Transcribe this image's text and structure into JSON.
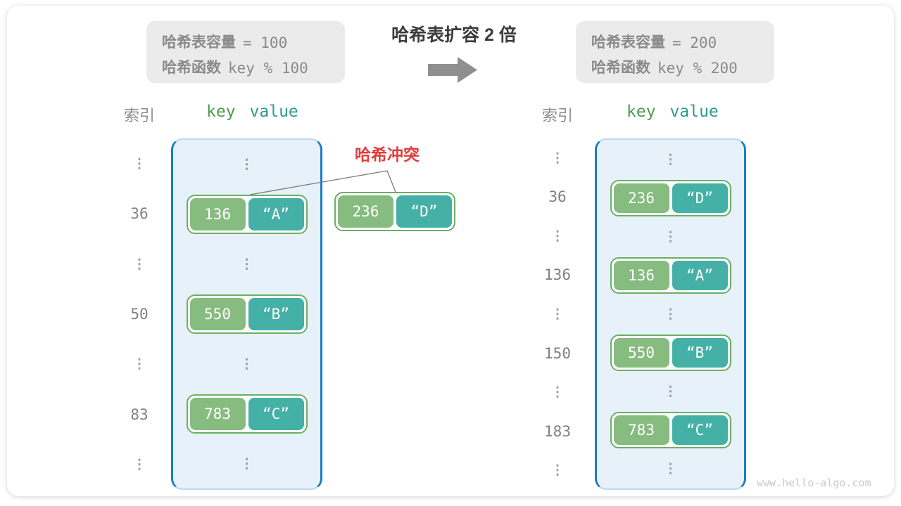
{
  "title": "哈希表扩容 2 倍",
  "info_before": {
    "capacity_label": "哈希表容量",
    "capacity_value": "= 100",
    "hash_label": "哈希函数",
    "hash_value": "key % 100"
  },
  "info_after": {
    "capacity_label": "哈希表容量",
    "capacity_value": "= 200",
    "hash_label": "哈希函数",
    "hash_value": "key % 200"
  },
  "headers": {
    "index": "索引",
    "key": "key",
    "value": "value"
  },
  "dots": "⋮",
  "collision": {
    "label": "哈希冲突",
    "pair": {
      "key": "236",
      "value": "“D”"
    }
  },
  "left_table": {
    "rows": [
      {
        "type": "dots"
      },
      {
        "type": "pair",
        "index": "36",
        "key": "136",
        "value": "“A”"
      },
      {
        "type": "dots"
      },
      {
        "type": "pair",
        "index": "50",
        "key": "550",
        "value": "“B”"
      },
      {
        "type": "dots"
      },
      {
        "type": "pair",
        "index": "83",
        "key": "783",
        "value": "“C”"
      },
      {
        "type": "dots"
      }
    ]
  },
  "right_table": {
    "rows": [
      {
        "type": "dots"
      },
      {
        "type": "pair",
        "index": "36",
        "key": "236",
        "value": "“D”"
      },
      {
        "type": "dots"
      },
      {
        "type": "pair",
        "index": "136",
        "key": "136",
        "value": "“A”"
      },
      {
        "type": "dots"
      },
      {
        "type": "pair",
        "index": "150",
        "key": "550",
        "value": "“B”"
      },
      {
        "type": "dots"
      },
      {
        "type": "pair",
        "index": "183",
        "key": "783",
        "value": "“C”"
      },
      {
        "type": "dots"
      }
    ]
  },
  "watermark": "www.hello-algo.com",
  "colors": {
    "container_border": "#1a7dc4",
    "container_bg": "#e7f1f9",
    "key_green": "#87bc80",
    "value_teal": "#44b0a6",
    "pair_border": "#6bb063",
    "collision_red": "#e23b3b",
    "info_box_bg": "#ebebeb",
    "muted_text": "#8a8a8a",
    "title_text": "#3b3b3b",
    "header_key_green": "#4d9a4d",
    "header_value_teal": "#2e9a92",
    "arrow_gray": "#8f8f8f"
  }
}
